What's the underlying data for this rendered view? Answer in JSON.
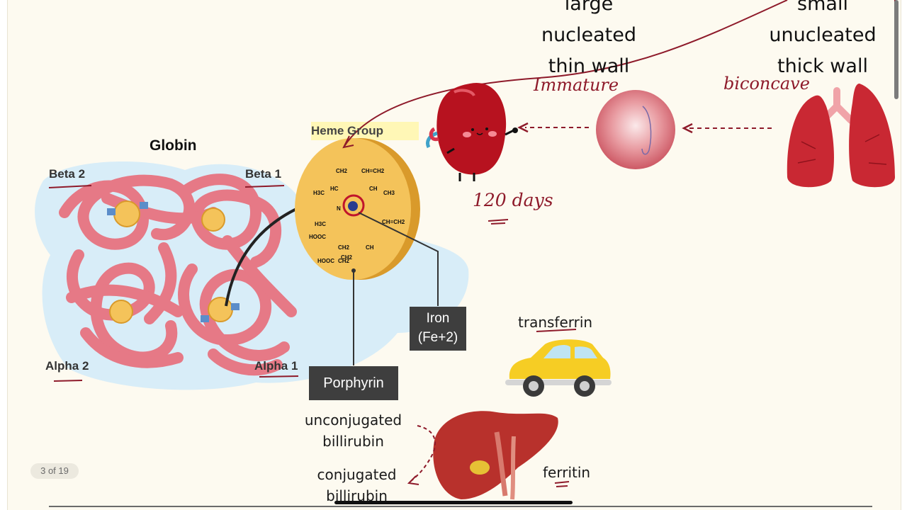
{
  "slide": {
    "page_indicator": "3 of 19"
  },
  "labels": {
    "globin": "Globin",
    "heme_group": "Heme Group",
    "beta2": "Beta 2",
    "beta1": "Beta 1",
    "alpha2": "Alpha 2",
    "alpha1": "Alpha 1",
    "iron_line1": "Iron",
    "iron_line2": "(Fe+2)",
    "porphyrin": "Porphyrin",
    "transferrin": "transferrin",
    "ferritin": "ferritin",
    "unconjugated_1": "unconjugated",
    "unconjugated_2": "billirubin",
    "conjugated_1": "conjugated",
    "conjugated_2": "billirubin"
  },
  "comparison": {
    "left": [
      "large",
      "nucleated",
      "thin wall"
    ],
    "right": [
      "small",
      "unucleated",
      "thick wall"
    ]
  },
  "annotations": {
    "immature": "Immature",
    "biconcave": "biconcave",
    "days": "120 days"
  },
  "heme_chem": [
    "CH2",
    "CH=CH2",
    "H3C",
    "HC",
    "CH",
    "CH3",
    "N",
    "Fe",
    "CH=CH2",
    "H3C",
    "HOOC",
    "CH2",
    "CH",
    "CH2",
    "HOOC",
    "CH2"
  ],
  "colors": {
    "accent_red": "#8e1a2a",
    "heme_yellow": "#f4c35a",
    "globin_pink": "#e96a77",
    "label_box": "#3e3e3e"
  }
}
